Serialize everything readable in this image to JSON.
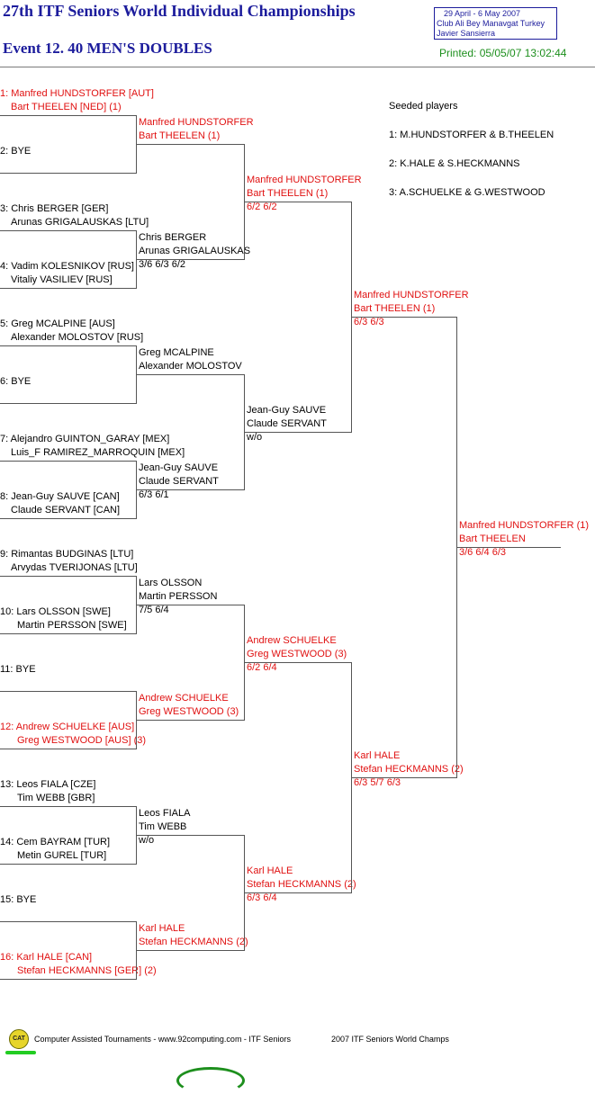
{
  "header": {
    "title": "27th ITF Seniors World Individual Championships",
    "event": "Event 12. 40 MEN'S DOUBLES",
    "dates": "29 April - 6 May 2007",
    "venue": "Club Ali Bey Manavgat   Turkey",
    "referee": "Javier Sansierra",
    "printed": "Printed: 05/05/07 13:02:44"
  },
  "round1": [
    {
      "a": "1: Manfred HUNDSTORFER [AUT]",
      "b": "Bart THEELEN [NED] (1)"
    },
    {
      "a": "2: BYE",
      "b": ""
    },
    {
      "a": "3: Chris BERGER [GER]",
      "b": "Arunas GRIGALAUSKAS [LTU]"
    },
    {
      "a": "4: Vadim KOLESNIKOV [RUS]",
      "b": "Vitaliy VASILIEV [RUS]"
    },
    {
      "a": "5: Greg MCALPINE [AUS]",
      "b": "Alexander MOLOSTOV [RUS]"
    },
    {
      "a": "6: BYE",
      "b": ""
    },
    {
      "a": "7: Alejandro GUINTON_GARAY [MEX]",
      "b": "Luis_F RAMIREZ_MARROQUIN [MEX]"
    },
    {
      "a": "8: Jean-Guy SAUVE [CAN]",
      "b": "Claude SERVANT [CAN]"
    },
    {
      "a": "9: Rimantas BUDGINAS [LTU]",
      "b": "Arvydas TVERIJONAS [LTU]"
    },
    {
      "a": "10: Lars OLSSON [SWE]",
      "b": "Martin PERSSON [SWE]"
    },
    {
      "a": "11: BYE",
      "b": ""
    },
    {
      "a": "12: Andrew SCHUELKE [AUS]",
      "b": "Greg WESTWOOD [AUS] (3)"
    },
    {
      "a": "13: Leos FIALA [CZE]",
      "b": "Tim WEBB [GBR]"
    },
    {
      "a": "14: Cem BAYRAM [TUR]",
      "b": "Metin GUREL [TUR]"
    },
    {
      "a": "15: BYE",
      "b": ""
    },
    {
      "a": "16: Karl HALE [CAN]",
      "b": "Stefan HECKMANNS [GER] (2)"
    }
  ],
  "round2": [
    {
      "a": "Manfred HUNDSTORFER",
      "b": "Bart THEELEN (1)",
      "score": ""
    },
    {
      "a": "Chris BERGER",
      "b": "Arunas GRIGALAUSKAS",
      "score": "3/6 6/3 6/2"
    },
    {
      "a": "Greg MCALPINE",
      "b": "Alexander MOLOSTOV",
      "score": ""
    },
    {
      "a": "Jean-Guy SAUVE",
      "b": "Claude SERVANT",
      "score": "6/3 6/1"
    },
    {
      "a": "Lars OLSSON",
      "b": "Martin PERSSON",
      "score": "7/5 6/4"
    },
    {
      "a": "Andrew SCHUELKE",
      "b": "Greg WESTWOOD (3)",
      "score": ""
    },
    {
      "a": "Leos FIALA",
      "b": "Tim WEBB",
      "score": "w/o"
    },
    {
      "a": "Karl HALE",
      "b": "Stefan HECKMANNS (2)",
      "score": ""
    }
  ],
  "quarterfinals": [
    {
      "a": "Manfred HUNDSTORFER",
      "b": "Bart THEELEN (1)",
      "score": "6/2 6/2"
    },
    {
      "a": "Jean-Guy SAUVE",
      "b": "Claude SERVANT",
      "score": "w/o"
    },
    {
      "a": "Andrew SCHUELKE",
      "b": "Greg WESTWOOD (3)",
      "score": "6/2 6/4"
    },
    {
      "a": "Karl HALE",
      "b": "Stefan HECKMANNS (2)",
      "score": "6/3 6/4"
    }
  ],
  "semifinals": [
    {
      "a": "Manfred HUNDSTORFER",
      "b": "Bart THEELEN (1)",
      "score": "6/3 6/3"
    },
    {
      "a": "Karl HALE",
      "b": "Stefan HECKMANNS (2)",
      "score": "6/3 5/7 6/3"
    }
  ],
  "final": {
    "a": "Manfred HUNDSTORFER (1)",
    "b": "Bart THEELEN",
    "score": "3/6 6/4 6/3"
  },
  "seeds": {
    "title": "Seeded players",
    "items": [
      "1: M.HUNDSTORFER & B.THEELEN",
      "2: K.HALE & S.HECKMANNS",
      "3: A.SCHUELKE & G.WESTWOOD"
    ]
  },
  "footer": {
    "logo": "CAT",
    "text1": "Computer Assisted Tournaments - www.92computing.com -  ITF Seniors",
    "text2": "2007 ITF Seniors World Champs"
  },
  "colors": {
    "title": "#1c1c9c",
    "seeded": "#e01010",
    "printed": "#1d8f1d"
  }
}
